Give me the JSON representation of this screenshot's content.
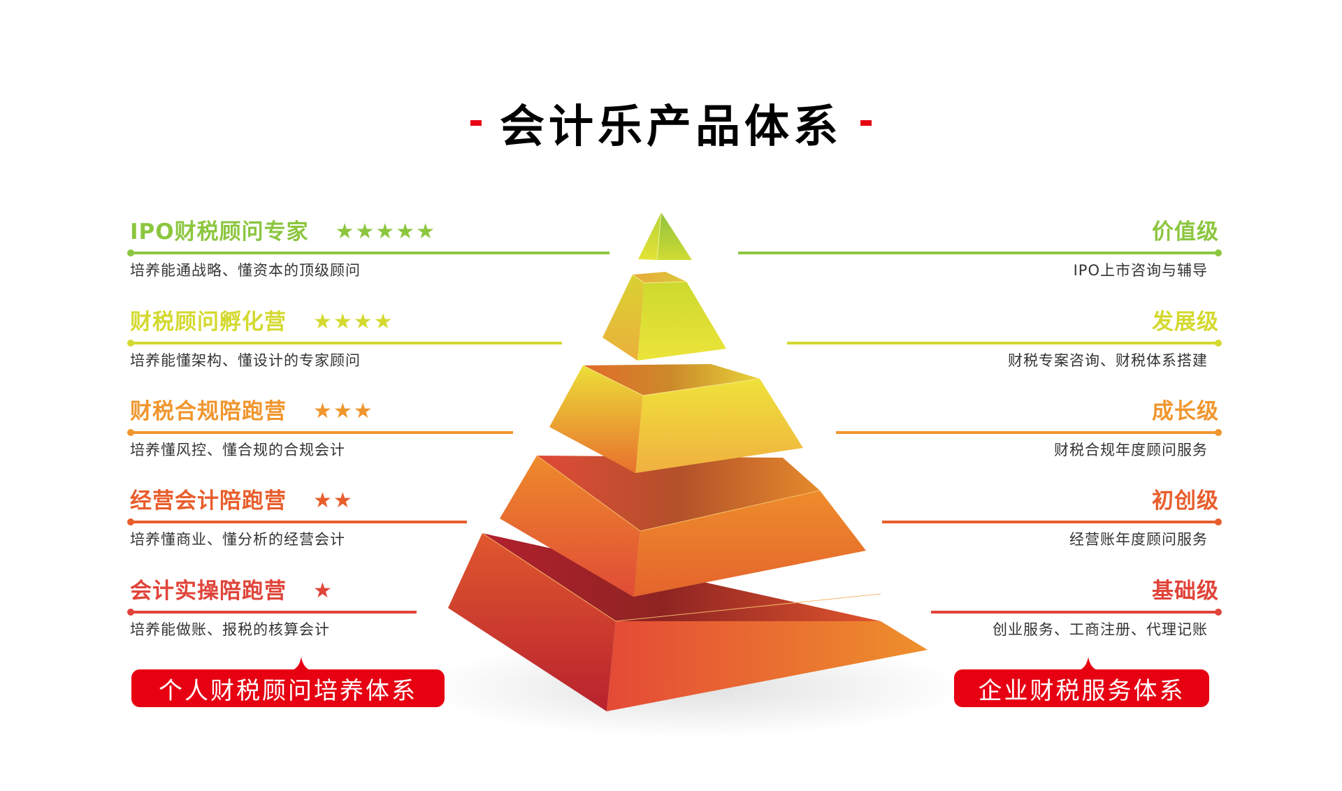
{
  "title": {
    "text": "会计乐产品体系",
    "dash_color": "#e60012"
  },
  "left_column": {
    "group_label": "个人财税顾问培养体系",
    "items": [
      {
        "title": "IPO财税顾问专家",
        "stars": "★★★★★",
        "star_count": 5,
        "description": "培养能通战略、懂资本的顶级顾问",
        "color": "#8cc63f"
      },
      {
        "title": "财税顾问孵化营",
        "stars": "★★★★",
        "star_count": 4,
        "description": "培养能懂架构、懂设计的专家顾问",
        "color": "#d4d930"
      },
      {
        "title": "财税合规陪跑营",
        "stars": "★★★",
        "star_count": 3,
        "description": "培养懂风控、懂合规的合规会计",
        "color": "#f0962e"
      },
      {
        "title": "经营会计陪跑营",
        "stars": "★★",
        "star_count": 2,
        "description": "培养懂商业、懂分析的经营会计",
        "color": "#e85d2c"
      },
      {
        "title": "会计实操陪跑营",
        "stars": "★",
        "star_count": 1,
        "description": "培养能做账、报税的核算会计",
        "color": "#e0443a"
      }
    ]
  },
  "right_column": {
    "group_label": "企业财税服务体系",
    "items": [
      {
        "title": "价值级",
        "description": "IPO上市咨询与辅导",
        "color": "#8cc63f"
      },
      {
        "title": "发展级",
        "description": "财税专案咨询、财税体系搭建",
        "color": "#d4d930"
      },
      {
        "title": "成长级",
        "description": "财税合规年度顾问服务",
        "color": "#f0962e"
      },
      {
        "title": "初创级",
        "description": "经营账年度顾问服务",
        "color": "#e85d2c"
      },
      {
        "title": "基础级",
        "description": "创业服务、工商注册、代理记账",
        "color": "#e0443a"
      }
    ]
  },
  "pyramid": {
    "tiers": 5,
    "tier_colors_top_to_bottom": [
      "#9ec43c",
      "#d8db2e",
      "#eccb3a",
      "#ea7e2c",
      "#e0493a"
    ]
  },
  "group_pill_color": "#e60012"
}
